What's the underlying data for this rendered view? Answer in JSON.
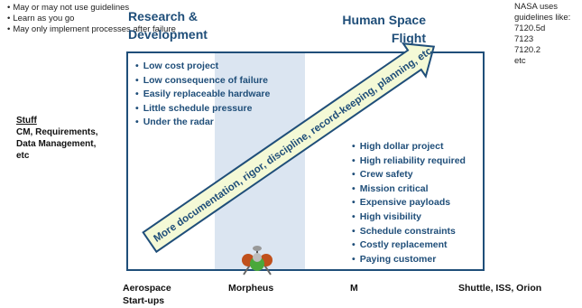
{
  "left_notes": {
    "items": [
      "May or may not use guidelines",
      "Learn as you go",
      "May only implement processes after failure"
    ]
  },
  "stuff": {
    "title": "Stuff",
    "lines": [
      "CM, Requirements,",
      "Data Management,",
      "etc"
    ]
  },
  "research_title": {
    "line1": "Research &",
    "line2": "Development"
  },
  "hsf_title": {
    "line1": "Human Space",
    "line2": "Flight"
  },
  "nasa_notes": {
    "lines": [
      "NASA uses",
      "guidelines like:",
      "7120.5d",
      "7123",
      "7120.2",
      "etc"
    ]
  },
  "rd_list": {
    "items": [
      "Low cost project",
      "Low consequence of failure",
      "Easily replaceable hardware",
      "Little schedule pressure",
      "Under the radar"
    ]
  },
  "hsf_list": {
    "items": [
      "High dollar project",
      "High reliability required",
      "Crew safety",
      "Mission critical",
      "Expensive payloads",
      "High visibility",
      "Schedule constraints",
      "Costly replacement",
      "Paying customer"
    ]
  },
  "arrow": {
    "text": "More documentation, rigor, discipline, record-keeping, planning, etc",
    "fill_color": "#f4f9d6",
    "stroke_color": "#1f4e79"
  },
  "axis": {
    "aerospace": [
      "Aerospace",
      "Start-ups"
    ],
    "morpheus": "Morpheus",
    "m": "M",
    "shuttle": "Shuttle, ISS, Orion"
  },
  "colors": {
    "accent": "#1f4e79",
    "band": "#dbe5f1"
  },
  "icons": {
    "lander": "morpheus-lander-icon"
  }
}
